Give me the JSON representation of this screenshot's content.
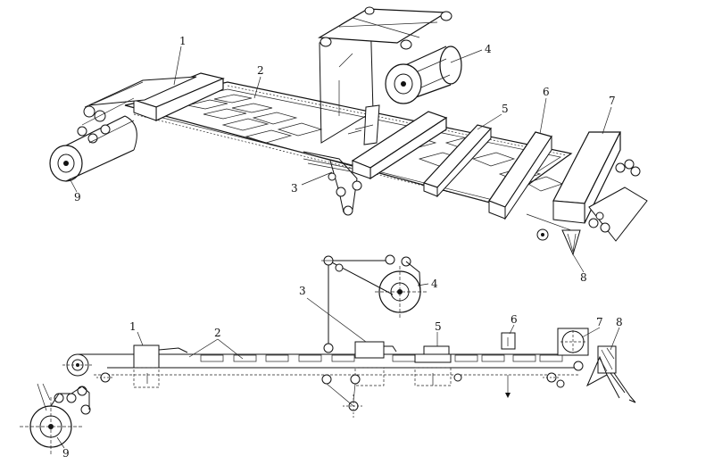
{
  "labels": {
    "top": {
      "l1": "1",
      "l2": "2",
      "l3": "3",
      "l4": "4",
      "l5": "5",
      "l6": "6",
      "l7": "7",
      "l8": "8",
      "l9": "9"
    },
    "bottom": {
      "l1": "1",
      "l2": "2",
      "l3": "3",
      "l4": "4",
      "l5": "5",
      "l6": "6",
      "l7": "7",
      "l8": "8",
      "l9": "9"
    }
  }
}
